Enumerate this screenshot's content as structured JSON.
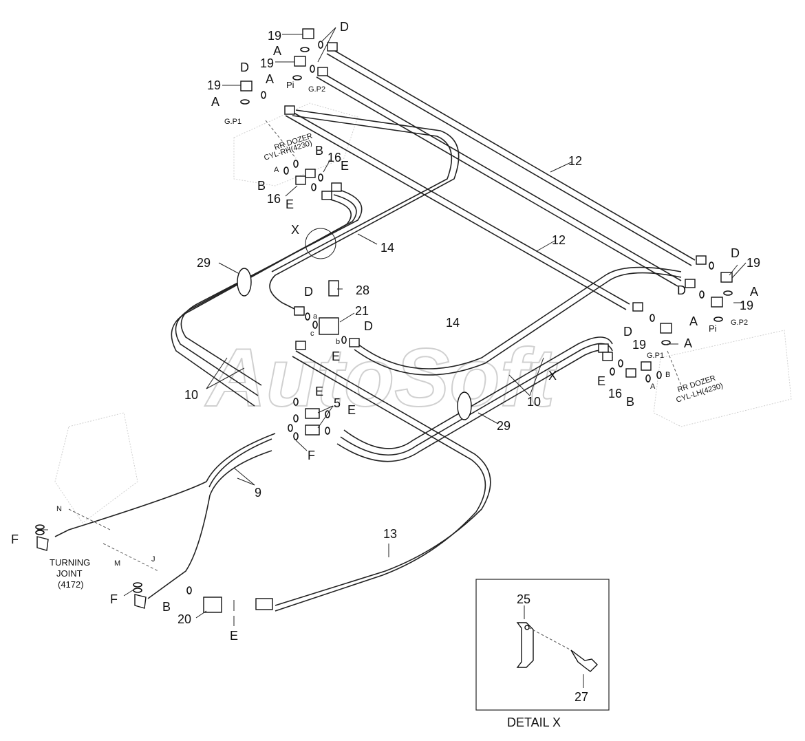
{
  "watermark": "AutoSoft",
  "labels": {
    "n19": "19",
    "nA": "A",
    "nD": "D",
    "nB": "B",
    "nE": "E",
    "nF": "F",
    "n5": "5",
    "n9": "9",
    "n10": "10",
    "n12": "12",
    "n13": "13",
    "n14": "14",
    "n16": "16",
    "n20": "20",
    "n21": "21",
    "n25": "25",
    "n27": "27",
    "n28": "28",
    "n29": "29",
    "nX": "X",
    "gp1": "G.P1",
    "gp2": "G.P2",
    "pi": "Pi",
    "a_small": "a",
    "b_small": "b",
    "c_small": "c",
    "A_small": "A",
    "B_small": "B",
    "N": "N",
    "M": "M",
    "J": "J",
    "rr_dozer_rh_1": "RR DOZER",
    "rr_dozer_rh_2": "CYL-RH(4230)",
    "rr_dozer_lh_1": "RR DOZER",
    "rr_dozer_lh_2": "CYL-LH(4230)",
    "turning_1": "TURNING",
    "turning_2": "JOINT",
    "turning_3": "(4172)",
    "detail_x": "DETAIL  X"
  }
}
